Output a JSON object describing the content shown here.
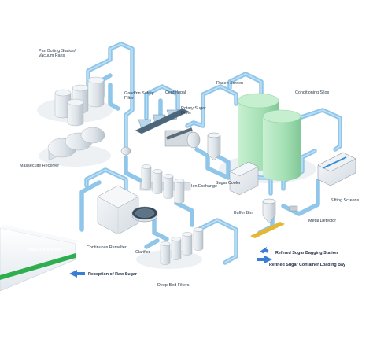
{
  "labels": {
    "pan_boiling_line1": "Pan Boiling Station/",
    "pan_boiling_line2": "Vacuum Pans",
    "gaudfrin_line1": "Gaudfrin Safety",
    "gaudfrin_line2": "Filter",
    "centrifugal": "Centrifugal",
    "rotary_line1": "Rotary Sugar",
    "rotary_line2": "Dryer",
    "raisen_screen": "Rasen Screen",
    "conditioning_silos": "Conditioning Silos",
    "massecuite_receiver": "Massecuite Receiver",
    "ion_exchange": "Ion Exchange",
    "sugar_cooler": "Sugar Cooler",
    "sifting_screens": "Sifting Screens",
    "buffer_bin": "Buffer Bin",
    "metal_detector": "Metal Detector",
    "pws_warehouse": "PWS Warehouse",
    "continuous_remelter": "Continuous Remelter",
    "clarifier": "Clarifier",
    "refined_sugar_bagging": "Refined Sugar Bagging Station",
    "refined_sugar_container": "Refined Sugar Container Loading Bay",
    "reception_raw_sugar": "Reception of Raw Sugar",
    "deep_bed_filters": "Deep-Bed Filters"
  },
  "colors": {
    "pipe": "#8fc6ea",
    "pipe_edge": "#6aaedb",
    "silo": "#a8e2b8",
    "silo_dark": "#86cf9c",
    "warehouse_stripe": "#2fae4f",
    "arrow": "#3a7fd6",
    "tank": "#e6ebef",
    "label_text": "#2b3a4a"
  }
}
